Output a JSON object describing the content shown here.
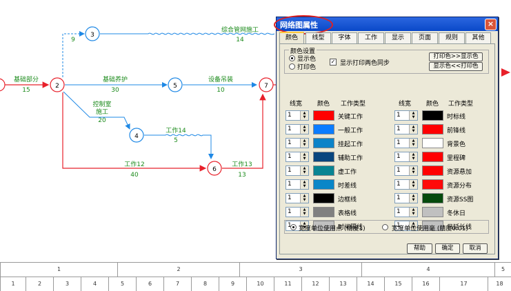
{
  "network": {
    "tasks": [
      {
        "name": "基础部分",
        "duration": "15"
      },
      {
        "name": "基础养护",
        "duration": "30"
      },
      {
        "name": "设备吊装",
        "duration": "10"
      },
      {
        "name": "综合管网施工",
        "duration": "14"
      },
      {
        "name": "9"
      },
      {
        "name": "控制室",
        "name2": "施工",
        "duration": "20"
      },
      {
        "name": "工作14",
        "duration": "5"
      },
      {
        "name": "工作12",
        "duration": "40"
      },
      {
        "name": "工作13",
        "duration": "13"
      }
    ],
    "nodes": [
      "2",
      "3",
      "4",
      "5",
      "6",
      "7"
    ]
  },
  "timeline": {
    "top": [
      "1",
      "2",
      "3",
      "4",
      "5"
    ],
    "bottom": [
      "1",
      "2",
      "3",
      "4",
      "5",
      "6",
      "7",
      "8",
      "9",
      "10",
      "11",
      "12",
      "13",
      "14",
      "15",
      "16",
      "17",
      "18"
    ]
  },
  "dialog": {
    "title": "网络图属性",
    "close": "×",
    "tabs": [
      "颜色",
      "线型",
      "字体",
      "工作",
      "显示",
      "页面",
      "规则",
      "其他"
    ],
    "color_settings": {
      "legend": "颜色设置",
      "display_color": "显示色",
      "print_color": "打印色",
      "sync_label": "显示打印两色同步",
      "btn_print_to_display": "打印色>>显示色",
      "btn_display_to_print": "显示色<<打印色"
    },
    "headers": {
      "width": "线宽",
      "color": "颜色",
      "type": "工作类型"
    },
    "left_rows": [
      {
        "width": "1",
        "color": "#FF0000",
        "label": "关键工作"
      },
      {
        "width": "1",
        "color": "#0A7CFF",
        "label": "一般工作"
      },
      {
        "width": "1",
        "color": "#0C83C8",
        "label": "挂起工作"
      },
      {
        "width": "1",
        "color": "#08457E",
        "label": "辅助工作"
      },
      {
        "width": "1",
        "color": "#088493",
        "label": "虚工作"
      },
      {
        "width": "1",
        "color": "#0A86C8",
        "label": "时差线"
      },
      {
        "width": "1",
        "color": "#000000",
        "label": "边框线"
      },
      {
        "width": "1",
        "color": "#808080",
        "label": "表格线"
      },
      {
        "width": "1",
        "color": "#C0C0C0",
        "label": "时间隔线"
      }
    ],
    "right_rows": [
      {
        "width": "1",
        "color": "#000000",
        "label": "时标线"
      },
      {
        "width": "1",
        "color": "#FF0000",
        "label": "前锋线"
      },
      {
        "width": "1",
        "color": "#FFFFFF",
        "label": "背景色"
      },
      {
        "width": "1",
        "color": "#FF0000",
        "label": "里程碑"
      },
      {
        "width": "1",
        "color": "#FF0000",
        "label": "资源悬加"
      },
      {
        "width": "1",
        "color": "#FF0A0A",
        "label": "资源分布"
      },
      {
        "width": "1",
        "color": "#064A0C",
        "label": "资源SS图"
      },
      {
        "width": "1",
        "color": "#C0C0C0",
        "label": "冬休日"
      },
      {
        "width": "1",
        "color": "#C0C0C0",
        "label": "日延长线"
      }
    ],
    "unit_points": "宽度单位使用点 (精度1)",
    "unit_mm": "宽度单位使用毫 (精度0.01)",
    "buttons": {
      "help": "帮助",
      "ok": "确定",
      "cancel": "取消"
    }
  }
}
